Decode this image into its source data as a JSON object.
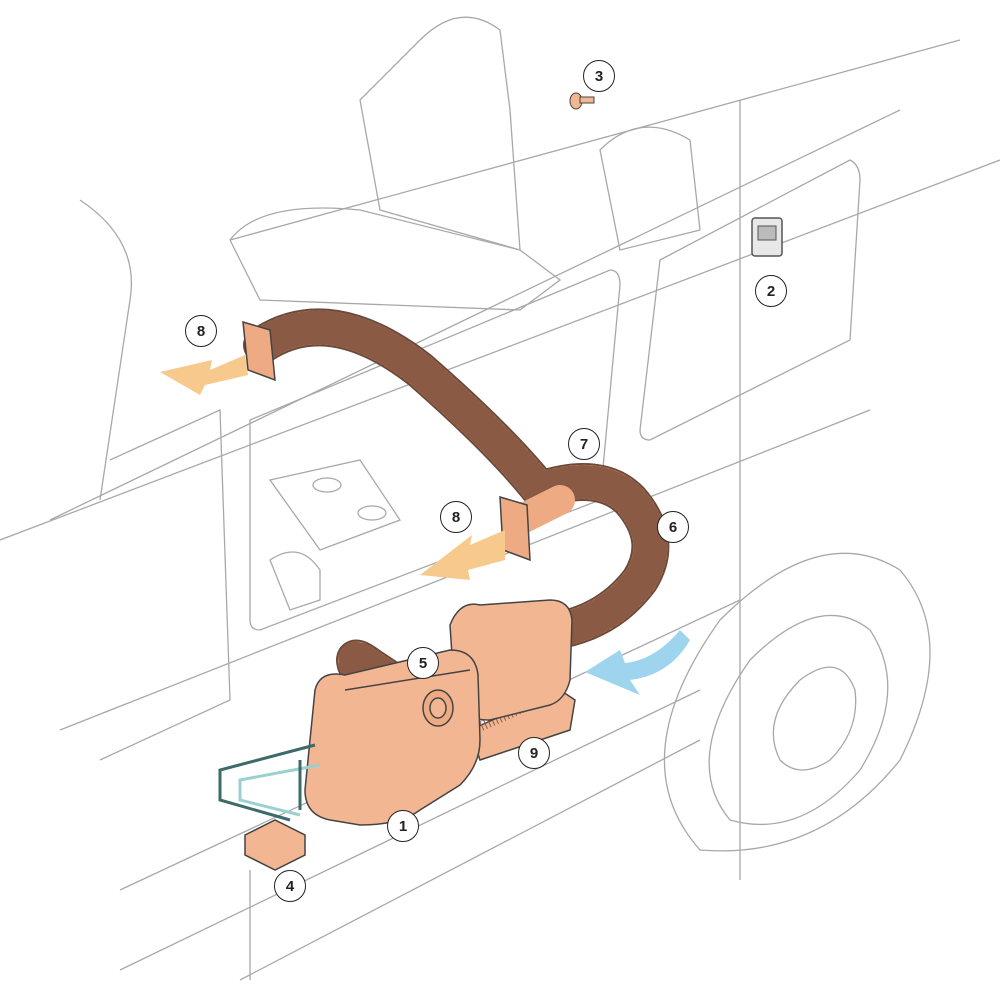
{
  "colors": {
    "outline": "#9a9a9a",
    "duct": "#eeaa82",
    "heater": "#f2b693",
    "warm_air_arrow": "#f7c98c",
    "cold_air_arrow": "#9fd4ef",
    "cable": "#3d6a6a"
  },
  "callouts": {
    "c1": "1",
    "c2": "2",
    "c3": "3",
    "c4": "4",
    "c5": "5",
    "c6": "6",
    "c7": "7",
    "c8a": "8",
    "c8b": "8",
    "c9": "9"
  }
}
